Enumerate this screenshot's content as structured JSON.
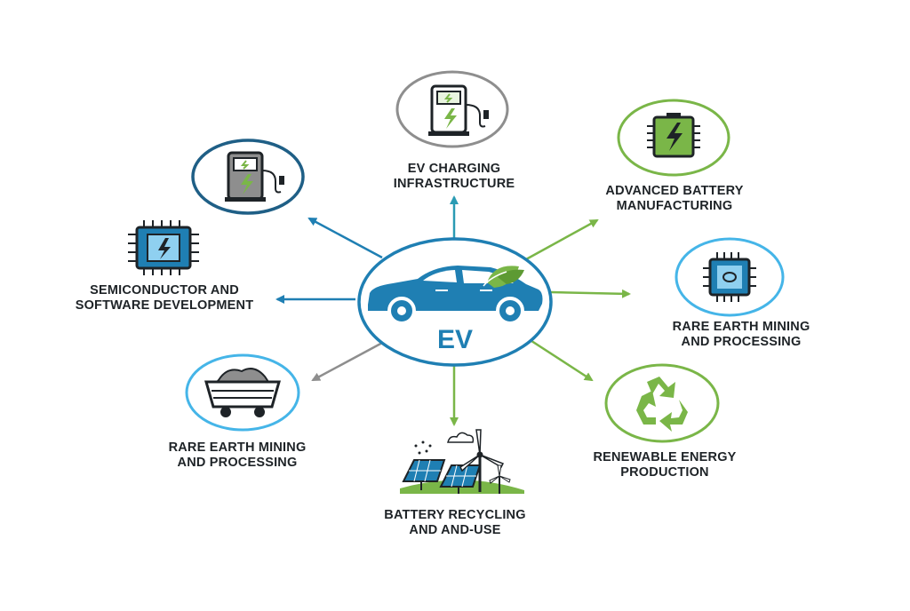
{
  "colors": {
    "blue": "#1f7fb3",
    "green": "#7ab648",
    "gray": "#8e8e8e",
    "dark": "#1e2327",
    "light_blue": "#45b5e8"
  },
  "center": {
    "label": "EV",
    "icon": "electric-car-icon"
  },
  "nodes": [
    {
      "id": "ev-charging-infrastructure",
      "icon": "charging-station-icon",
      "lines": [
        "EV CHARGING",
        "INFRASTRUCTURE"
      ]
    },
    {
      "id": "advanced-battery-manufacturing",
      "icon": "battery-chip-icon",
      "lines": [
        "ADVANCED BATTERY",
        "MANUFACTURING"
      ]
    },
    {
      "id": "rare-earth-mining-right",
      "icon": "processor-chip-icon",
      "lines": [
        "RARE EARTH MINING",
        "AND PROCESSING"
      ]
    },
    {
      "id": "renewable-energy-production",
      "icon": "recycle-icon",
      "lines": [
        "RENEWABLE ENERGY",
        "PRODUCTION"
      ]
    },
    {
      "id": "battery-recycling",
      "icon": "solar-wind-icon",
      "lines": [
        "BATTERY RECYCLING",
        "AND AND-USE"
      ]
    },
    {
      "id": "rare-earth-mining-left",
      "icon": "mine-cart-icon",
      "lines": [
        "RARE EARTH MINING",
        "AND PROCESSING"
      ]
    },
    {
      "id": "semiconductor-software",
      "icon": "circuit-chip-icon",
      "lines": [
        "SEMICONDUCTOR AND",
        "SOFTWARE DEVELOPMENT"
      ]
    },
    {
      "id": "charging-station-left",
      "icon": "charging-station-icon",
      "lines": []
    }
  ]
}
